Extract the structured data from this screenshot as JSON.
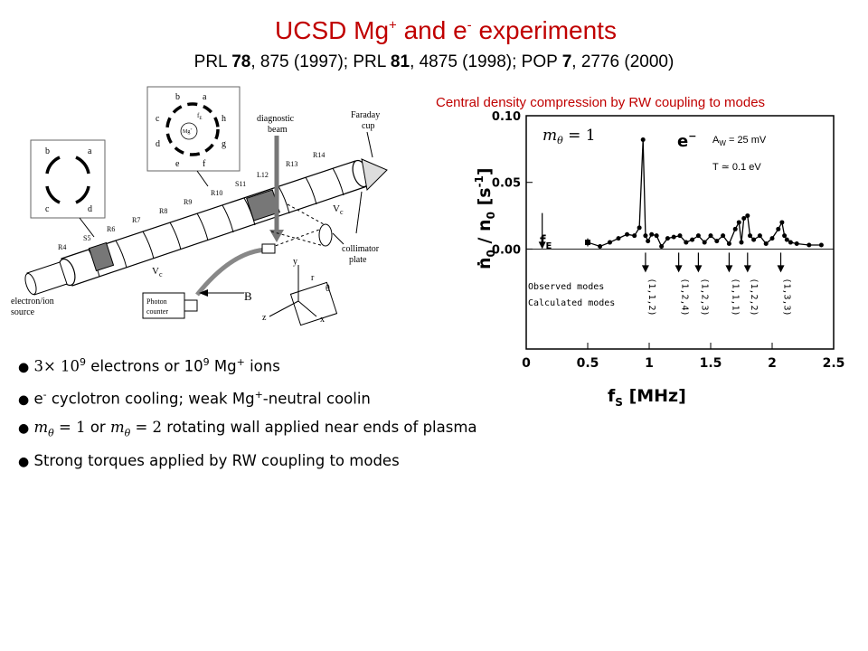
{
  "slide": {
    "title_main": "UCSD Mg",
    "title_sup1": "+",
    "title_mid": " and e",
    "title_sup2": "-",
    "title_end": " experiments",
    "refs": [
      {
        "journal": "PRL ",
        "vol": "78",
        "rest": ", 875 (1997); "
      },
      {
        "journal": "PRL ",
        "vol": "81",
        "rest": ", 4875 (1998); "
      },
      {
        "journal": "POP ",
        "vol": "7",
        "rest": ", 2776 (2000)"
      }
    ],
    "figure_caption": "Central density compression by RW coupling to modes"
  },
  "apparatus": {
    "electrode_labels": [
      "R4",
      "S5",
      "R6",
      "R7",
      "R8",
      "R9",
      "R10",
      "S11",
      "L12",
      "R13",
      "R14"
    ],
    "sector_labels_small": [
      "b",
      "a",
      "c",
      "d"
    ],
    "sector_labels_large": [
      "b",
      "a",
      "c",
      "h",
      "d",
      "g",
      "e",
      "f"
    ],
    "inset_fe": "f",
    "inset_fe_sub": "E",
    "inset_ion": "Mg",
    "inset_ion_sup": "+",
    "diagnostic": [
      "diagnostic",
      "beam"
    ],
    "faraday": [
      "Faraday",
      "cup"
    ],
    "collimator": [
      "collimator",
      "plate"
    ],
    "source": [
      "electron/ion",
      "source"
    ],
    "photon": [
      "Photon",
      "counter"
    ],
    "vc": "V",
    "vc_sub": "c",
    "field": "B",
    "axes": {
      "y": "y",
      "r": "r",
      "theta": "θ",
      "z": "z",
      "x": "x"
    }
  },
  "chart_data": {
    "type": "line",
    "title": "",
    "xlabel": "f",
    "xlabel_sub": "S",
    "xlabel_unit": "[MHz]",
    "ylabel_num": "ṅ",
    "ylabel_num_sub": "0",
    "ylabel_den": "n",
    "ylabel_den_sub": "0",
    "ylabel_unit": "s",
    "ylabel_unit_sup": "-1",
    "xlim": [
      0,
      2.5
    ],
    "ylim": [
      -0.075,
      0.1
    ],
    "xticks": [
      "0",
      "0.5",
      "1",
      "1.5",
      "2",
      "2.5"
    ],
    "yticks": [
      "0.00",
      "0.05",
      "0.10"
    ],
    "annotations": {
      "mode_label": "m",
      "mode_label_sub": "θ",
      "mode_value": " = 1",
      "species": "e",
      "species_sup": "−",
      "aw": "A",
      "aw_sub": "W",
      "aw_value": " = 25 mV",
      "temp": "T ≃ 0.1 eV",
      "fe": "f",
      "fe_sub": "E",
      "observed": "Observed  modes",
      "calculated": "Calculated  modes"
    },
    "series": [
      {
        "x": [
          0.5,
          0.6,
          0.68,
          0.75,
          0.82,
          0.88,
          0.92,
          0.95,
          0.97,
          0.99,
          1.02,
          1.06,
          1.1,
          1.15,
          1.2,
          1.25,
          1.3,
          1.35,
          1.4,
          1.45,
          1.5,
          1.55,
          1.6,
          1.65,
          1.7,
          1.73,
          1.75,
          1.77,
          1.8,
          1.82,
          1.85,
          1.9,
          1.95,
          2.0,
          2.05,
          2.08,
          2.1,
          2.12,
          2.15,
          2.2,
          2.3,
          2.4
        ],
        "y": [
          0.005,
          0.002,
          0.005,
          0.008,
          0.011,
          0.01,
          0.016,
          0.082,
          0.01,
          0.006,
          0.011,
          0.01,
          0.002,
          0.008,
          0.009,
          0.01,
          0.005,
          0.007,
          0.01,
          0.005,
          0.01,
          0.006,
          0.01,
          0.004,
          0.015,
          0.02,
          0.005,
          0.023,
          0.025,
          0.01,
          0.007,
          0.01,
          0.004,
          0.008,
          0.015,
          0.02,
          0.01,
          0.007,
          0.005,
          0.004,
          0.003,
          0.003
        ]
      }
    ],
    "error_bar": {
      "x": 0.5,
      "y": 0.005,
      "err": 0.003
    },
    "mode_arrows": [
      {
        "x": 0.97,
        "label": "(1,1,2)"
      },
      {
        "x": 1.24,
        "label": "(1,2,4)"
      },
      {
        "x": 1.4,
        "label": "(1,2,3)"
      },
      {
        "x": 1.65,
        "label": "(1,1,1)"
      },
      {
        "x": 1.8,
        "label": "(1,2,2)"
      },
      {
        "x": 2.07,
        "label": "(1,3,3)"
      }
    ],
    "fe_arrow_x": 0.13
  },
  "bullets": [
    {
      "pre_math": "3",
      "times": "× 10",
      "sup": "9",
      "text": " electrons or 10",
      "sup2": "9",
      "text2": " Mg",
      "sup3": "+",
      "text3": " ions"
    },
    {
      "pre": "e",
      "sup": "-",
      "text": " cyclotron cooling; weak Mg",
      "sup2": "+",
      "text2": "-neutral coolin"
    },
    {
      "m1": "m",
      "m1_sub": "θ",
      "v1": " = 1",
      "mid": " or ",
      "m2": "m",
      "m2_sub": "θ",
      "v2": " = 2",
      "text": " rotating wall applied near ends of plasma"
    },
    {
      "text": "Strong torques applied by RW coupling to modes"
    }
  ],
  "bullet_glyph": "●"
}
